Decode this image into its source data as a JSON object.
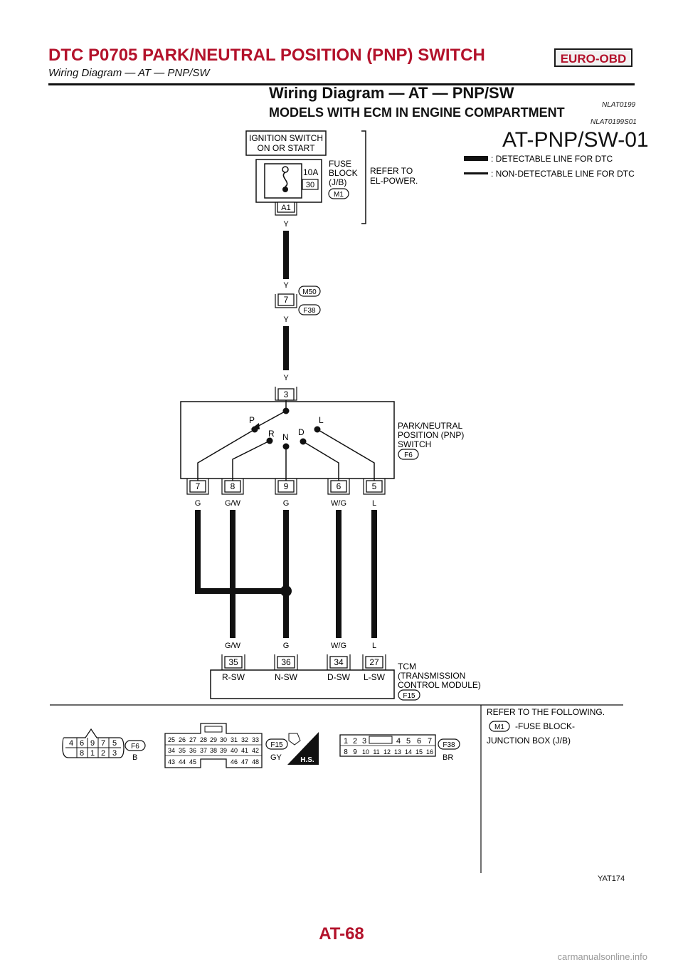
{
  "header": {
    "title": "DTC P0705 PARK/NEUTRAL POSITION (PNP) SWITCH",
    "badge": "EURO-OBD",
    "subtitle": "Wiring Diagram — AT — PNP/SW"
  },
  "section": {
    "title": "Wiring Diagram — AT — PNP/SW",
    "title_id": "NLAT0199",
    "subtitle": "MODELS WITH ECM IN ENGINE COMPARTMENT",
    "subtitle_id": "NLAT0199S01"
  },
  "diagram": {
    "code": "AT-PNP/SW-01",
    "legend": {
      "detectable": ": DETECTABLE LINE FOR DTC",
      "non_detectable": ": NON-DETECTABLE LINE FOR DTC"
    },
    "ignition": {
      "line1": "IGNITION SWITCH",
      "line2": "ON OR START"
    },
    "fuse": {
      "amp": "10A",
      "number": "30",
      "label1": "FUSE",
      "label2": "BLOCK",
      "label3": "(J/B)",
      "connector": "M1",
      "terminal": "A1"
    },
    "refer": {
      "line1": "REFER TO",
      "line2": "EL-POWER."
    },
    "wire_colors": {
      "y": "Y",
      "g": "G",
      "gw": "G/W",
      "wg": "W/G",
      "l": "L"
    },
    "joint": {
      "pin": "7",
      "connector_top": "M50",
      "connector_bottom": "F38"
    },
    "pnp": {
      "pin_top": "3",
      "label1": "PARK/NEUTRAL",
      "label2": "POSITION (PNP)",
      "label3": "SWITCH",
      "connector": "F6",
      "positions": {
        "p": "P",
        "r": "R",
        "n": "N",
        "d": "D",
        "l": "L"
      },
      "pins": [
        "7",
        "8",
        "9",
        "6",
        "5"
      ]
    },
    "tcm": {
      "pins": [
        "35",
        "36",
        "34",
        "27"
      ],
      "terminals": [
        "R-SW",
        "N-SW",
        "D-SW",
        "L-SW"
      ],
      "label1": "TCM",
      "label2": "(TRANSMISSION",
      "label3": "CONTROL MODULE)",
      "connector": "F15"
    },
    "connectors": {
      "f6": {
        "name": "F6",
        "color": "B",
        "row1": [
          "4",
          "6",
          "9",
          "7",
          "5"
        ],
        "row2": [
          "8",
          "1",
          "2",
          "3"
        ]
      },
      "f15": {
        "name": "F15",
        "color": "GY",
        "row1": [
          "25",
          "26",
          "27",
          "28",
          "29",
          "30",
          "31",
          "32",
          "33"
        ],
        "row2": [
          "34",
          "35",
          "36",
          "37",
          "38",
          "39",
          "40",
          "41",
          "42"
        ],
        "row3": [
          "43",
          "44",
          "45",
          "46",
          "47",
          "48"
        ],
        "hs": "H.S."
      },
      "f38": {
        "name": "F38",
        "color": "BR",
        "row1": [
          "1",
          "2",
          "3",
          "4",
          "5",
          "6",
          "7"
        ],
        "row2": [
          "8",
          "9",
          "10",
          "11",
          "12",
          "13",
          "14",
          "15",
          "16"
        ]
      }
    },
    "refer_following": {
      "line1": "REFER TO THE FOLLOWING.",
      "connector": "M1",
      "line2": "-FUSE BLOCK-",
      "line3": "JUNCTION BOX (J/B)"
    },
    "figure_code": "YAT174"
  },
  "footer": {
    "page": "AT-68",
    "watermark": "carmanualsonline.info"
  }
}
